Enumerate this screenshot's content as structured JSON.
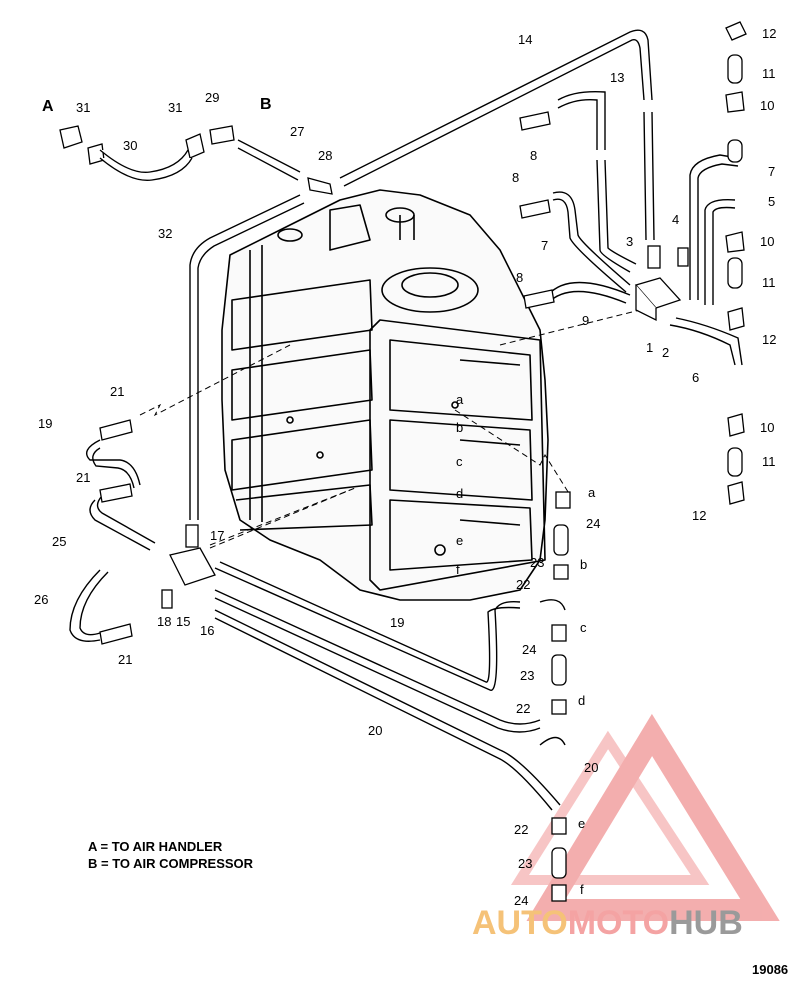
{
  "legend": {
    "line_a": "A = TO AIR HANDLER",
    "line_b": "B = TO AIR COMPRESSOR"
  },
  "figure_number": "19086",
  "watermark": {
    "part1": "AUTO",
    "part2": "MOTO",
    "part3": "HUB",
    "color_auto": "#f5c278",
    "color_moto": "#f4a3a3",
    "color_hub": "#9a9a9a"
  },
  "ports": [
    "a",
    "b",
    "c",
    "d",
    "e",
    "f"
  ],
  "callouts": {
    "A": "A",
    "B": "B",
    "c1": "1",
    "c2": "2",
    "c3": "3",
    "c4": "4",
    "c5": "5",
    "c6": "6",
    "c7a": "7",
    "c7b": "7",
    "c8a": "8",
    "c8b": "8",
    "c8c": "8",
    "c9": "9",
    "c10a": "10",
    "c10b": "10",
    "c10c": "10",
    "c11a": "11",
    "c11b": "11",
    "c11c": "11",
    "c12a": "12",
    "c12b": "12",
    "c12c": "12",
    "c13": "13",
    "c14": "14",
    "c15": "15",
    "c16": "16",
    "c17": "17",
    "c18": "18",
    "c19a": "19",
    "c19b": "19",
    "c20a": "20",
    "c20b": "20",
    "c21a": "21",
    "c21b": "21",
    "c21c": "21",
    "c22a": "22",
    "c22b": "22",
    "c22c": "22",
    "c23a": "23",
    "c23b": "23",
    "c23c": "23",
    "c24a": "24",
    "c24b": "24",
    "c24c": "24",
    "c25": "25",
    "c26": "26",
    "c27": "27",
    "c28": "28",
    "c29": "29",
    "c30": "30",
    "c31a": "31",
    "c31b": "31",
    "c32": "32",
    "pa1": "a",
    "pb1": "b",
    "pc1": "c",
    "pd1": "d",
    "pe1": "e",
    "pf1": "f",
    "pa2": "a",
    "pb2": "b",
    "pc2": "c",
    "pd2": "d",
    "pe2": "e",
    "pf2": "f"
  }
}
